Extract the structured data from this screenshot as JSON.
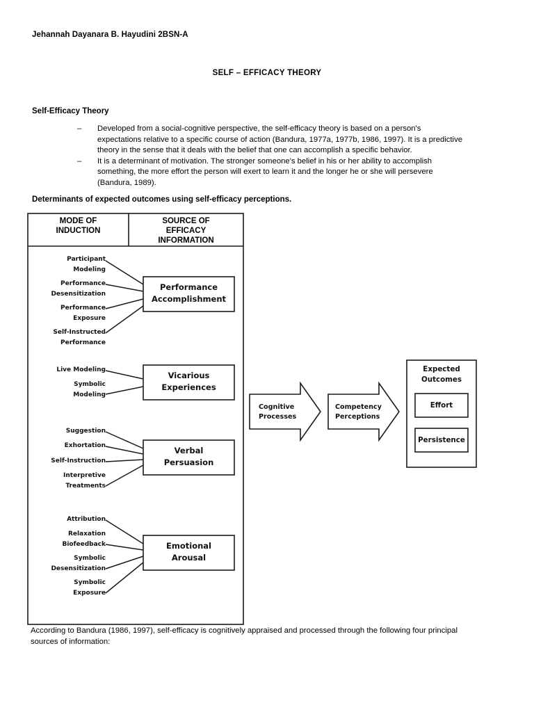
{
  "header": {
    "student": "Jehannah Dayanara B. Hayudini 2BSN-A",
    "title": "SELF – EFFICACY THEORY"
  },
  "section": {
    "heading": "Self-Efficacy Theory",
    "bullet_marker": "–",
    "bullets": [
      "Developed from a social-cognitive perspective, the self-efficacy theory is based on a person's expectations relative to a specific course of action (Bandura, 1977a, 1977b, 1986, 1997). It is a predictive theory in the sense that it deals with the belief that one can accomplish a specific behavior.",
      "It is a determinant of motivation. The stronger someone's belief in his or her ability to accomplish something, the more effort the person will exert to learn it and the longer he or she will persevere (Bandura, 1989)."
    ],
    "determinants_caption": "Determinants of expected outcomes using self-efficacy perceptions."
  },
  "table": {
    "columns": [
      {
        "line1": "MODE OF",
        "line2": "INDUCTION",
        "line3": ""
      },
      {
        "line1": "SOURCE OF",
        "line2": "EFFICACY",
        "line3": "INFORMATION"
      }
    ],
    "groups": [
      {
        "source_line1": "Performance",
        "source_line2": "Accomplishment",
        "modes": [
          {
            "line1": "Participant",
            "line2": "Modeling"
          },
          {
            "line1": "Performance",
            "line2": "Desensitization"
          },
          {
            "line1": "Performance",
            "line2": "Exposure"
          },
          {
            "line1": "Self-Instructed",
            "line2": "Performance"
          }
        ]
      },
      {
        "source_line1": "Vicarious",
        "source_line2": "Experiences",
        "modes": [
          {
            "line1": "Live Modeling",
            "line2": ""
          },
          {
            "line1": "Symbolic",
            "line2": "Modeling"
          }
        ]
      },
      {
        "source_line1": "Verbal",
        "source_line2": "Persuasion",
        "modes": [
          {
            "line1": "Suggestion",
            "line2": ""
          },
          {
            "line1": "Exhortation",
            "line2": ""
          },
          {
            "line1": "Self-Instruction",
            "line2": ""
          },
          {
            "line1": "Interpretive",
            "line2": "Treatments"
          }
        ]
      },
      {
        "source_line1": "Emotional",
        "source_line2": "Arousal",
        "modes": [
          {
            "line1": "Attribution",
            "line2": ""
          },
          {
            "line1": "Relaxation",
            "line2": "Biofeedback"
          },
          {
            "line1": "Symbolic",
            "line2": "Desensitization"
          },
          {
            "line1": "Symbolic",
            "line2": "Exposure"
          }
        ]
      }
    ]
  },
  "flow": {
    "arrows": [
      {
        "line1": "Cognitive",
        "line2": "Processes"
      },
      {
        "line1": "Competency",
        "line2": "Perceptions"
      }
    ],
    "outcomes": {
      "title_line1": "Expected",
      "title_line2": "Outcomes",
      "items": [
        "Effort",
        "Persistence"
      ]
    }
  },
  "footer": {
    "note": "According to Bandura (1986, 1997), self-efficacy is cognitively appraised and processed through the following four principal sources of information:"
  },
  "colors": {
    "ink": "#000000",
    "diagram_stroke": "#1a1a1a",
    "page_background": "#ffffff"
  }
}
